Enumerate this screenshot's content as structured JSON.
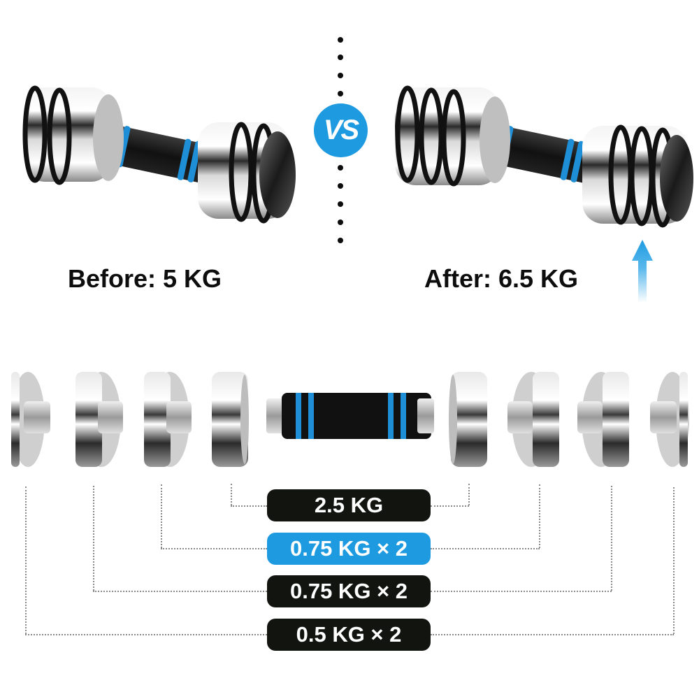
{
  "colors": {
    "accent_blue": "#1e9be0",
    "pill_dark": "#121410",
    "text_dark": "#0d0d0d",
    "dotted_line": "#8a8a8a",
    "arrow_top": "#1e9be0",
    "arrow_bottom": "#e6f3fc"
  },
  "comparison": {
    "vs_label": "VS",
    "before": {
      "caption": "Before: 5 KG",
      "image": "dumbbell-two-rings-per-end"
    },
    "after": {
      "caption": "After: 6.5 KG",
      "image": "dumbbell-three-rings-per-end",
      "indicator": "up-arrow-icon"
    }
  },
  "components": {
    "plates_left": [
      "thin-plate-with-thread",
      "plate-with-thread",
      "plate-with-thread",
      "end-cap-plate"
    ],
    "handle": "foam-grip-handle-with-blue-rings",
    "plates_right": [
      "end-cap-plate",
      "plate-with-thread",
      "plate-with-thread",
      "thin-plate-with-thread"
    ]
  },
  "weight_labels": [
    {
      "text": "2.5 KG",
      "color": "#121410"
    },
    {
      "text": "0.75 KG × 2",
      "color": "#1e9be0"
    },
    {
      "text": "0.75 KG × 2",
      "color": "#121410"
    },
    {
      "text": "0.5 KG × 2",
      "color": "#121410"
    }
  ]
}
